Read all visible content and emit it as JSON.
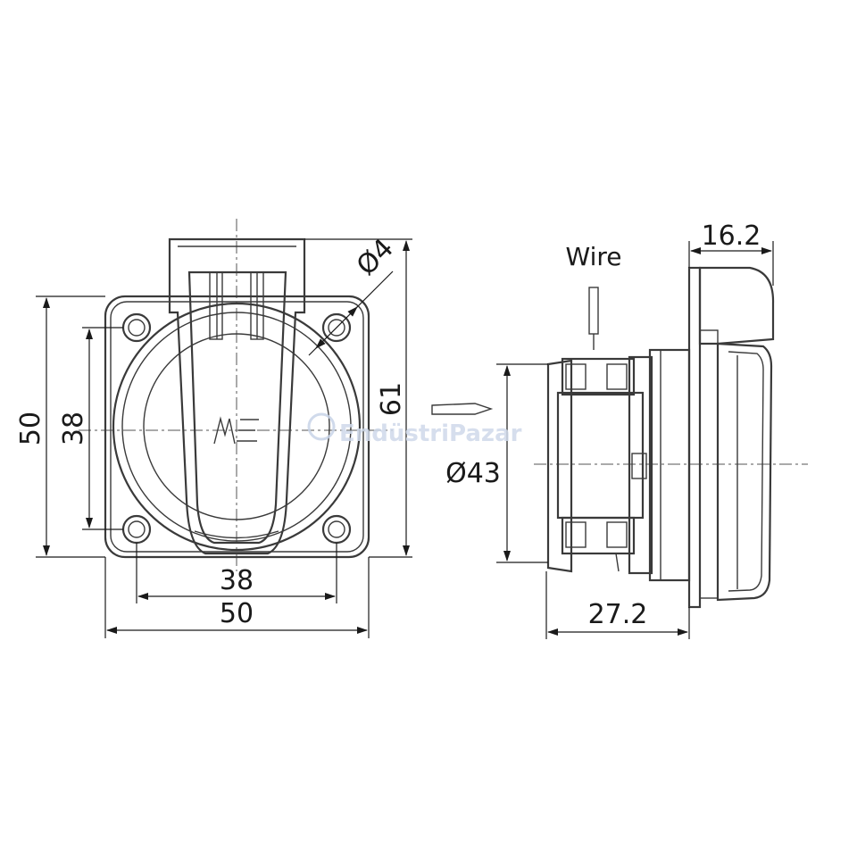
{
  "front_view": {
    "dims": {
      "overall_height": "50",
      "hole_spacing_vertical": "38",
      "cover_height": "61",
      "hole_diameter": "Ø4",
      "hole_spacing_horizontal": "38",
      "overall_width": "50"
    },
    "logo": "ME"
  },
  "side_view": {
    "wire_label": "Wire",
    "dims": {
      "flange_depth": "16.2",
      "body_diameter": "Ø43",
      "body_depth": "27.2"
    }
  },
  "watermark": "EndüstriPazar"
}
